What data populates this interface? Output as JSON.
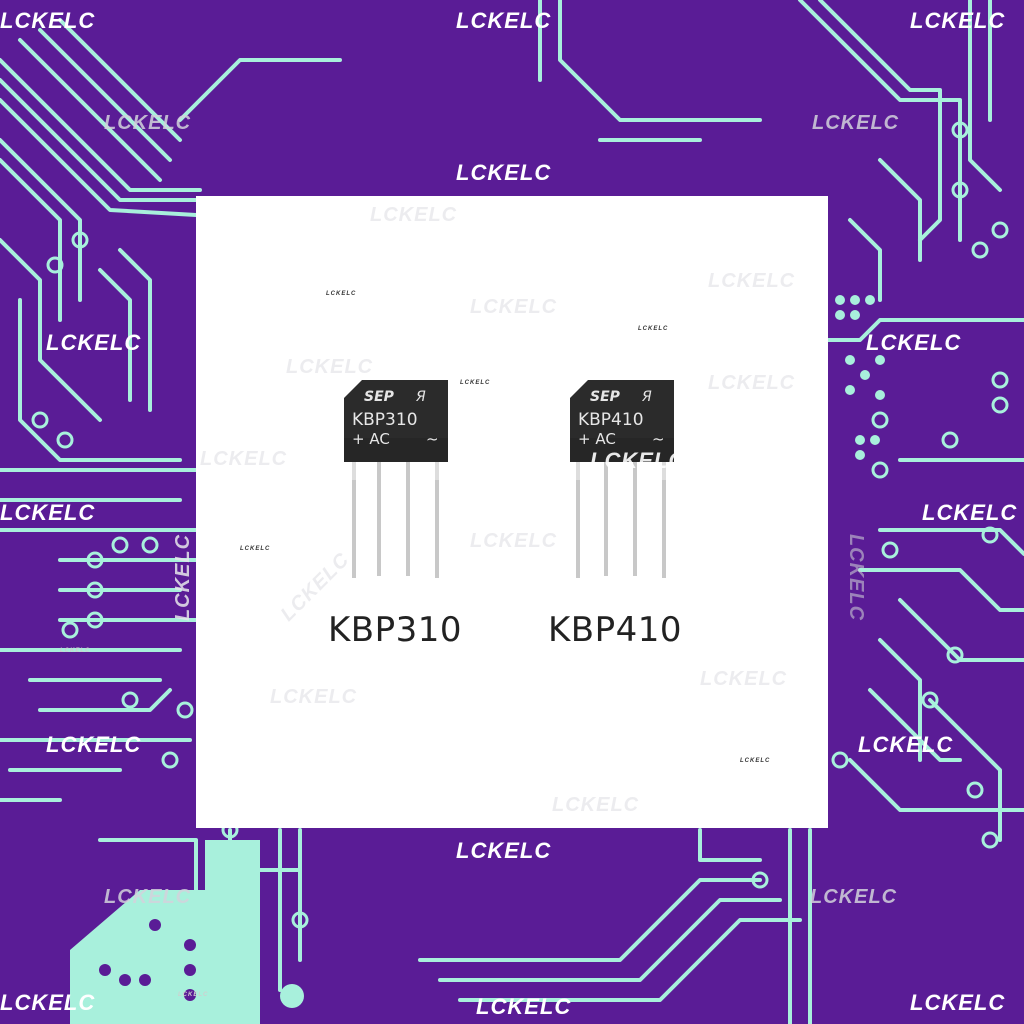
{
  "watermark": {
    "text": "LCKELC",
    "tiny_text": "LCKELC"
  },
  "colors": {
    "background": "#5a1c96",
    "trace": "#a8f0dc",
    "card": "#ffffff",
    "chip_body": "#2b2b2b"
  },
  "components": [
    {
      "logo": "SEP",
      "model": "KBP310",
      "pin_marks": "+ AC",
      "label": "KBP310"
    },
    {
      "logo": "SEP",
      "model": "KBP410",
      "pin_marks": "+ AC",
      "label": "KBP410"
    }
  ]
}
